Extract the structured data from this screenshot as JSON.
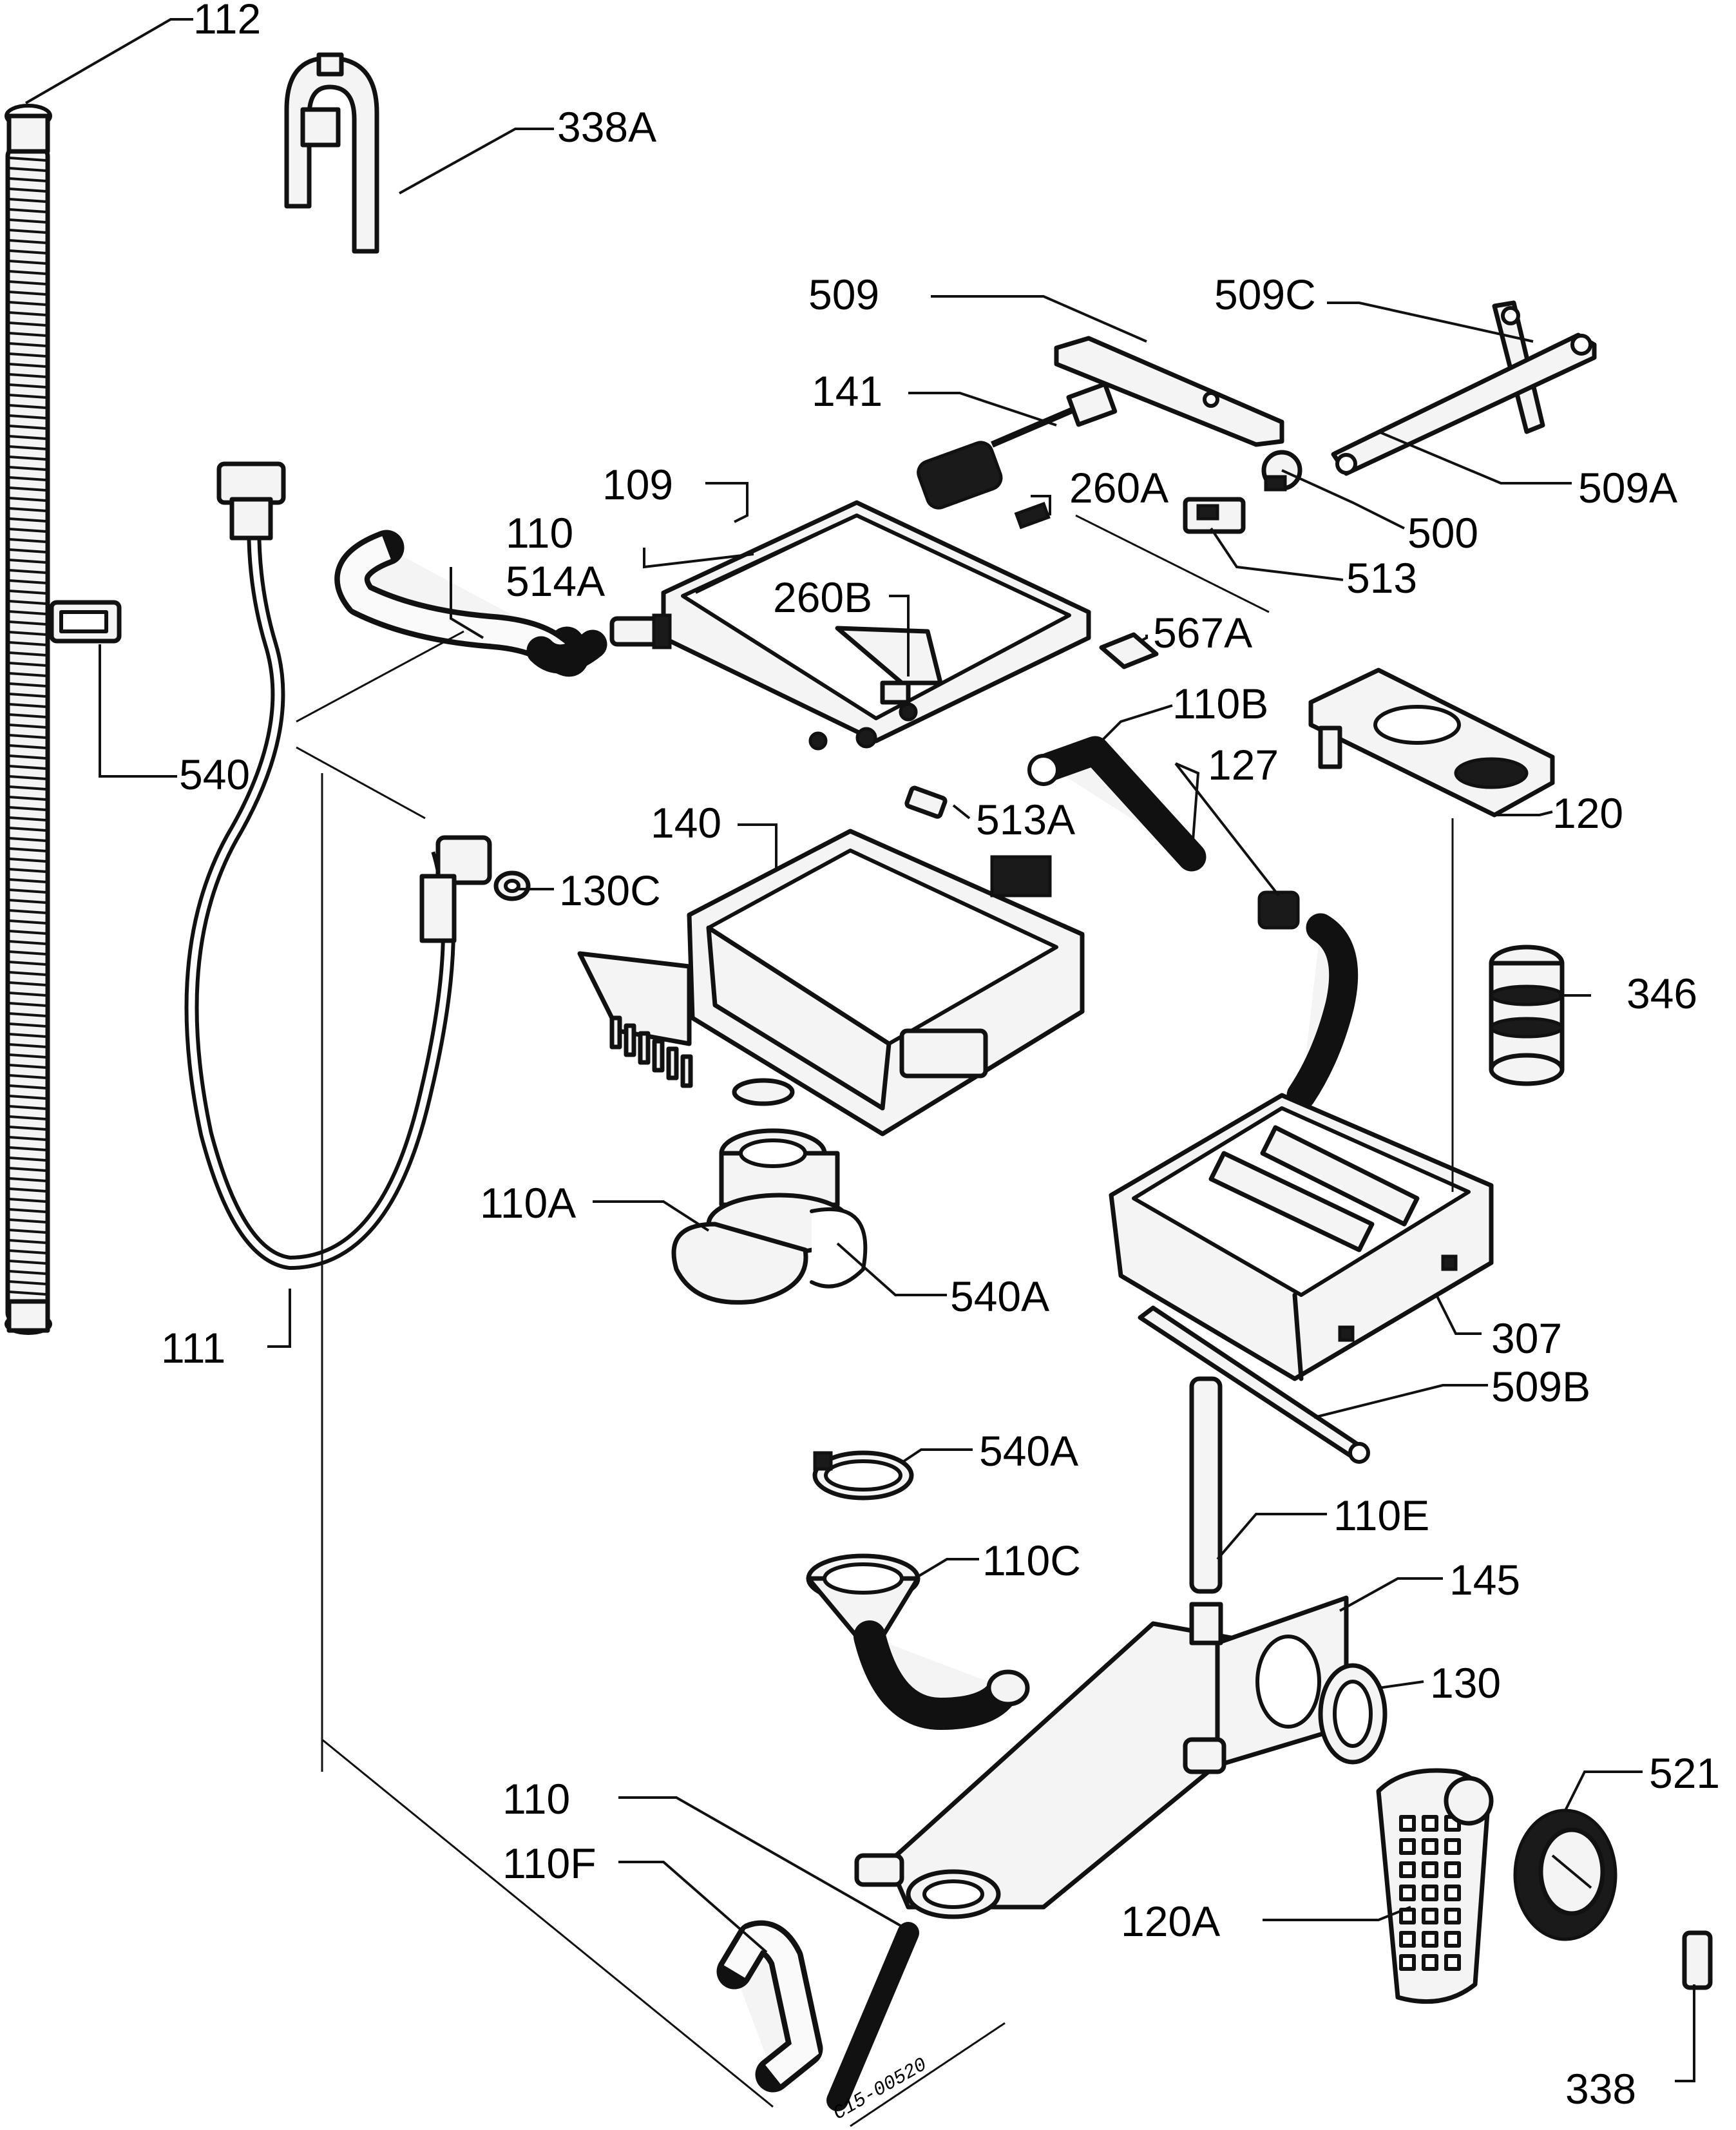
{
  "labels": {
    "l112": "112",
    "l338a": "338A",
    "l509": "509",
    "l509c": "509C",
    "l141": "141",
    "l109": "109",
    "l260a": "260A",
    "l509a": "509A",
    "l110_top": "110",
    "l514a": "514A",
    "l500": "500",
    "l513": "513",
    "l260b": "260B",
    "l567a": "567A",
    "l110b": "110B",
    "l127": "127",
    "l120": "120",
    "l540": "540",
    "l140": "140",
    "l513a": "513A",
    "l130c": "130C",
    "l346": "346",
    "l110a": "110A",
    "l540a_1": "540A",
    "l307": "307",
    "l111": "111",
    "l509b": "509B",
    "l540a_2": "540A",
    "l110e": "110E",
    "l110c": "110C",
    "l145": "145",
    "l130": "130",
    "l521": "521",
    "l110_bot": "110",
    "l110f": "110F",
    "l120a": "120A",
    "l338": "338"
  },
  "drawing_code": "C15-00520"
}
